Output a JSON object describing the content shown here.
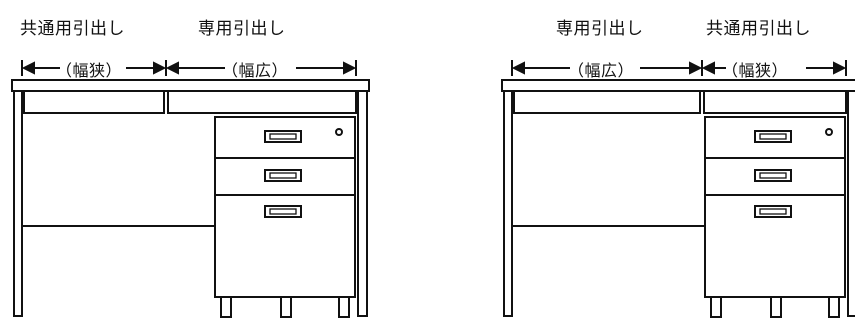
{
  "desks": [
    {
      "id": "left",
      "top_labels": {
        "first": "共通用引出し",
        "second": "専用引出し"
      },
      "dim_labels": {
        "first": "（幅狭）",
        "second": "（幅広）"
      }
    },
    {
      "id": "right",
      "top_labels": {
        "first": "専用引出し",
        "second": "共通用引出し"
      },
      "dim_labels": {
        "first": "（幅広）",
        "second": "（幅狭）"
      }
    }
  ],
  "colors": {
    "line": "#111111",
    "background": "#ffffff"
  }
}
